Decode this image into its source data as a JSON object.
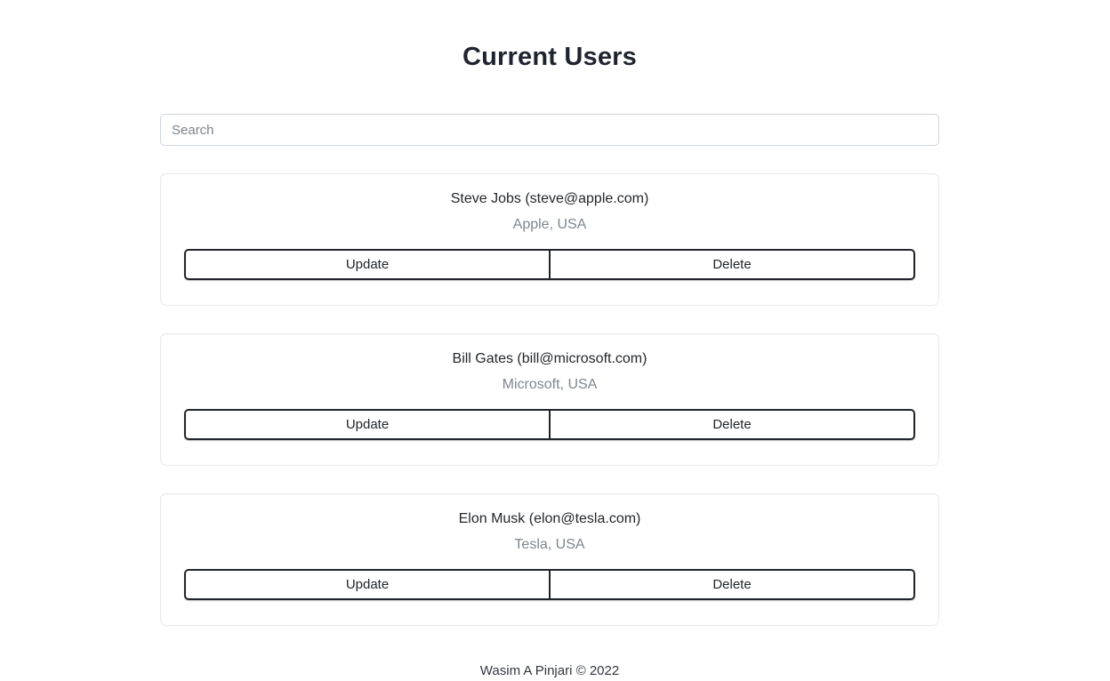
{
  "page": {
    "title": "Current Users",
    "footer_text": "Wasim A Pinjari © 2022"
  },
  "search": {
    "placeholder": "Search",
    "value": ""
  },
  "actions": {
    "update_label": "Update",
    "delete_label": "Delete"
  },
  "users": [
    {
      "name_line": "Steve Jobs (steve@apple.com)",
      "company_line": "Apple, USA"
    },
    {
      "name_line": "Bill Gates (bill@microsoft.com)",
      "company_line": "Microsoft, USA"
    },
    {
      "name_line": "Elon Musk (elon@tesla.com)",
      "company_line": "Tesla, USA"
    }
  ],
  "colors": {
    "title_text": "#1f2430",
    "body_text": "#24272b",
    "muted_text": "#7e868e",
    "card_border": "#e7e8ea",
    "input_border": "#ced4da",
    "button_border": "#212529",
    "background": "#ffffff"
  }
}
